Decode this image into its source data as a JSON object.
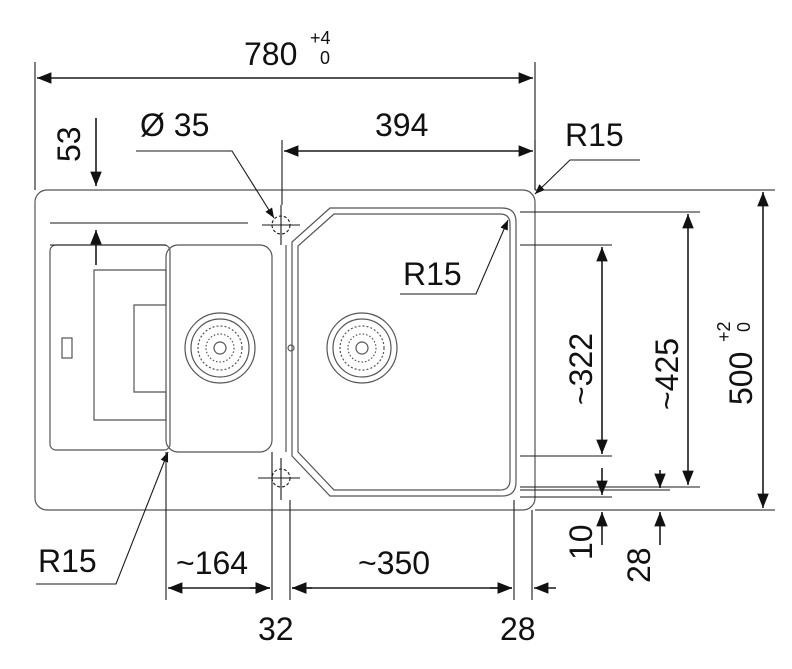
{
  "dimensions": {
    "overall_width": "780",
    "overall_width_tol_plus": "+4",
    "overall_width_tol_minus": "0",
    "overall_depth": "500",
    "overall_depth_tol_plus": "+2",
    "overall_depth_tol_minus": "0",
    "tap_hole_diameter": "Ø 35",
    "main_bowl_width": "394",
    "edge_offset_top": "53",
    "inner_depth_main": "~425",
    "inner_depth_small": "~322",
    "bowl_width_small": "~164",
    "bowl_width_main": "~350",
    "spacing_32": "32",
    "spacing_28": "28",
    "offset_10": "10",
    "offset_28": "28"
  },
  "radius_labels": {
    "top_right_corner": "R15",
    "main_bowl_corner": "R15",
    "small_bowl_corner": "R15"
  }
}
